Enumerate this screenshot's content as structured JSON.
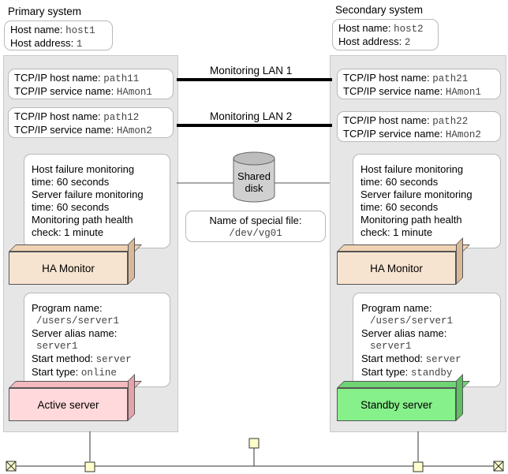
{
  "primary": {
    "title": "Primary system",
    "host_name_label": "Host name: ",
    "host_name": "host1",
    "host_address_label": "Host address: ",
    "host_address": "1",
    "lan1": {
      "host_label": "TCP/IP host name: ",
      "host": "path11",
      "service_label": "TCP/IP service name: ",
      "service": "HAmon1"
    },
    "lan2": {
      "host_label": "TCP/IP host name: ",
      "host": "path12",
      "service_label": "TCP/IP service name: ",
      "service": "HAmon2"
    },
    "monitor_settings": [
      "Host failure monitoring",
      "time: 60 seconds",
      "Server failure monitoring",
      "time: 60 seconds",
      "Monitoring path health",
      "check: 1 minute"
    ],
    "ha_monitor_label": "HA Monitor",
    "program_name_label": "Program name:",
    "program_name": "/users/server1",
    "alias_label": "Server alias name:",
    "alias": "server1",
    "start_method_label": "Start method: ",
    "start_method": "server",
    "start_type_label": "Start type: ",
    "start_type": "online",
    "server_label": "Active server"
  },
  "secondary": {
    "title": "Secondary system",
    "host_name_label": "Host name: ",
    "host_name": "host2",
    "host_address_label": "Host address: ",
    "host_address": "2",
    "lan1": {
      "host_label": "TCP/IP host name: ",
      "host": "path21",
      "service_label": "TCP/IP service name: ",
      "service": "HAmon1"
    },
    "lan2": {
      "host_label": "TCP/IP host name: ",
      "host": "path22",
      "service_label": "TCP/IP service name: ",
      "service": "HAmon2"
    },
    "monitor_settings": [
      "Host failure monitoring",
      "time: 60 seconds",
      "Server failure monitoring",
      "time: 60 seconds",
      "Monitoring path health",
      "check: 1 minute"
    ],
    "ha_monitor_label": "HA Monitor",
    "program_name_label": "Program name:",
    "program_name": "/users/server1",
    "alias_label": "Server alias name:",
    "alias": "server1",
    "start_method_label": "Start method: ",
    "start_method": "server",
    "start_type_label": "Start type: ",
    "start_type": "standby",
    "server_label": "Standby server"
  },
  "network": {
    "lan1_label": "Monitoring LAN 1",
    "lan2_label": "Monitoring LAN 2"
  },
  "shared_disk": {
    "label_line1": "Shared",
    "label_line2": "disk",
    "special_file_label": "Name of special file:",
    "special_file": "/dev/vg01"
  },
  "colors": {
    "panel": "#e6e6e6",
    "ha_monitor": "#f7e4d0",
    "active_server": "#ffd9dc",
    "standby_server": "#86f08a",
    "connector": "#ffffcc"
  }
}
